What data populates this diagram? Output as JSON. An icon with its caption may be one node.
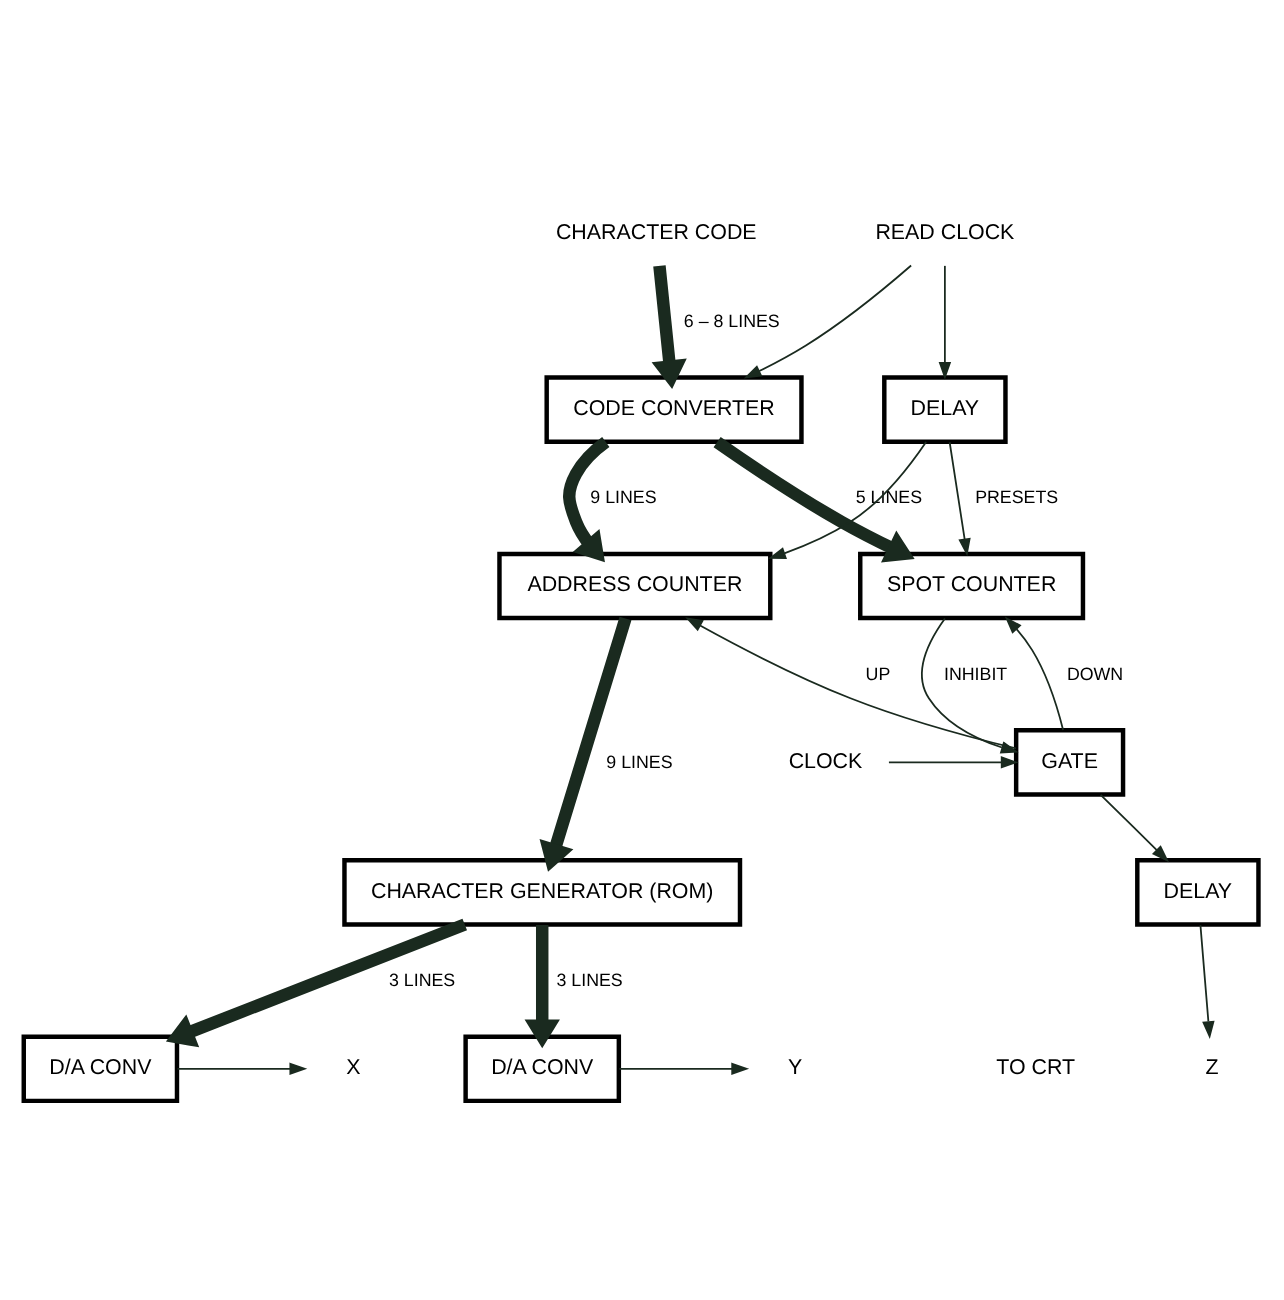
{
  "diagram": {
    "nodes": [
      {
        "text": [
          "READ CLOCK"
        ]
      },
      {
        "text": [
          "CHARACTER CODE"
        ]
      },
      {
        "text": [
          "CODE CONVERTER"
        ]
      },
      {
        "text": [
          "DELAY"
        ]
      },
      {
        "text": [
          "ADDRESS COUNTER"
        ]
      },
      {
        "text": [
          "SPOT COUNTER"
        ]
      },
      {
        "text": [
          "GATE"
        ]
      },
      {
        "text": [
          "CLOCK"
        ]
      },
      {
        "text": [
          "CHARACTER GENERATOR (ROM)"
        ]
      },
      {
        "text": [
          "DELAY"
        ]
      },
      {
        "text": [
          "D/A CONV"
        ]
      },
      {
        "text": [
          "D/A CONV"
        ]
      },
      {
        "text": [
          "Z"
        ]
      },
      {
        "text": [
          "Y"
        ]
      },
      {
        "text": [
          "X"
        ]
      }
    ],
    "edges": [
      {
        "from": 1,
        "to": 2,
        "arrow": "to",
        "style": "thick",
        "label": "6 – 8 LINES"
      },
      {
        "from": 0,
        "to": 2,
        "arrow": "to"
      },
      {
        "from": 0,
        "to": 3,
        "arrow": "to"
      },
      {
        "from": 2,
        "to": 4,
        "arrow": "to",
        "style": "thick",
        "label": "9 LINES"
      },
      {
        "from": 2,
        "to": 5,
        "arrow": "to",
        "style": "thick",
        "label": "5 LINES"
      },
      {
        "from": 3,
        "to": 4,
        "arrow": "to"
      },
      {
        "from": 3,
        "to": 5,
        "arrow": "to",
        "label": "PRESETS"
      },
      {
        "from": 5,
        "to": 6,
        "arrow": "to",
        "label": "INHIBIT"
      },
      {
        "from": 7,
        "to": 6,
        "arrow": "to"
      },
      {
        "from": 6,
        "to": 4,
        "arrow": "to",
        "label": "UP"
      },
      {
        "from": 6,
        "to": 5,
        "arrow": "to",
        "label": "DOWN"
      },
      {
        "from": 6,
        "to": 9,
        "arrow": "to"
      },
      {
        "from": 4,
        "to": 8,
        "arrow": "to",
        "style": "thick",
        "label": "9 LINES"
      },
      {
        "from": 8,
        "to": 10,
        "arrow": "to",
        "style": "thick",
        "label": "3 LINES"
      },
      {
        "from": 8,
        "to": 11,
        "arrow": "to",
        "style": "thick",
        "label": "3 LINES"
      },
      {
        "from": 9,
        "to": 12,
        "arrow": "to"
      },
      {
        "from": 10,
        "to": 13,
        "arrow": "to"
      },
      {
        "from": 11,
        "to": 14,
        "arrow": "to"
      }
    ],
    "labels": [
      "TO CRT"
    ]
  }
}
